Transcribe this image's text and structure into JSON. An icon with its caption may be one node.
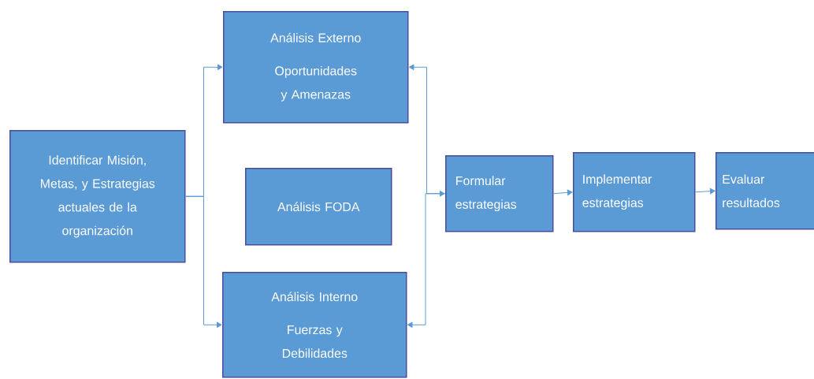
{
  "diagram": {
    "nodes": [
      {
        "text": [
          "Identificar Misión, Metas, y Estrategias actuales de la organización"
        ]
      },
      {
        "text": [
          "Análisis Externo",
          "Oportunidades y Amenazas"
        ]
      },
      {
        "text": [
          "Análisis FODA"
        ]
      },
      {
        "text": [
          "Análisis Interno",
          "Fuerzas y Debilidades"
        ]
      },
      {
        "text": [
          "Formular estrategias"
        ]
      },
      {
        "text": [
          "Implementar estrategias"
        ]
      },
      {
        "text": [
          "Evaluar resultados"
        ]
      }
    ],
    "edges": [
      {
        "from": 0,
        "to": 1,
        "arrow": "to"
      },
      {
        "from": 0,
        "to": 3,
        "arrow": "to"
      },
      {
        "from": 1,
        "to": 4,
        "arrow": "both"
      },
      {
        "from": 4,
        "to": 3,
        "arrow": "to"
      },
      {
        "from": 4,
        "to": 5,
        "arrow": "to"
      },
      {
        "from": 5,
        "to": 6,
        "arrow": "to"
      }
    ]
  }
}
